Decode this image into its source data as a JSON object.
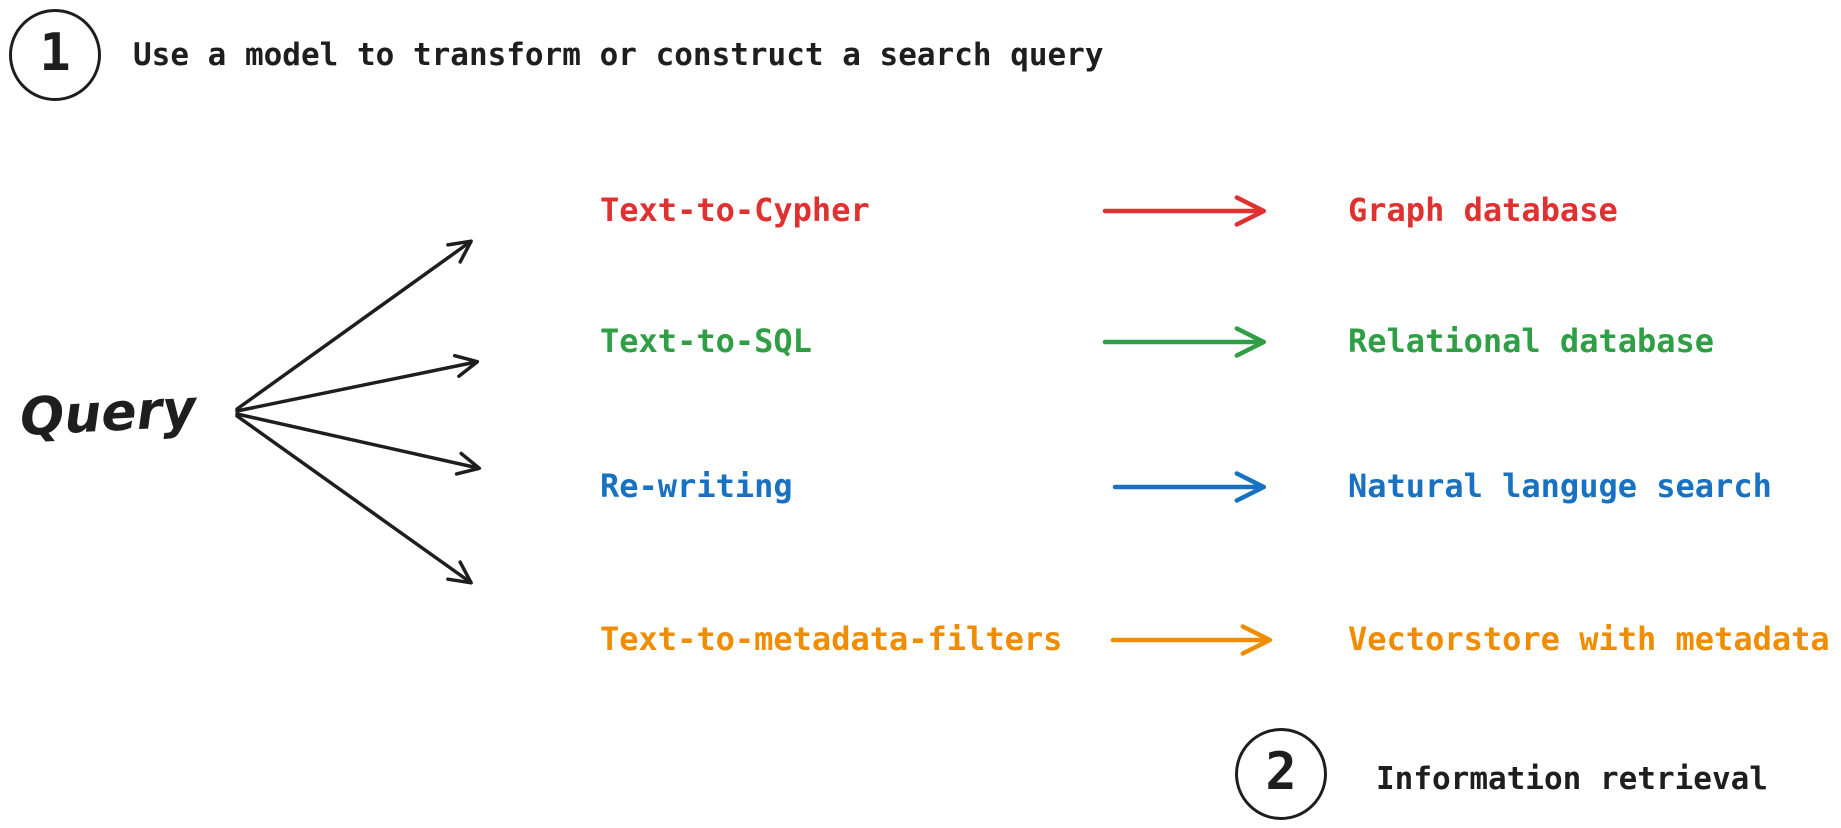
{
  "colors": {
    "ink": "#1e1e1e"
  },
  "steps": [
    {
      "number": "1",
      "label": "Use a model to transform or construct a search query"
    },
    {
      "number": "2",
      "label": "Information retrieval"
    }
  ],
  "query_label": "Query",
  "rows": [
    {
      "method": "Text-to-Cypher",
      "target": "Graph database",
      "color": "#e03131"
    },
    {
      "method": "Text-to-SQL",
      "target": "Relational database",
      "color": "#2f9e44"
    },
    {
      "method": "Re-writing",
      "target": "Natural languge search",
      "color": "#1971c2"
    },
    {
      "method": "Text-to-metadata-filters",
      "target": "Vectorstore with metadata",
      "color": "#f08c00"
    }
  ]
}
